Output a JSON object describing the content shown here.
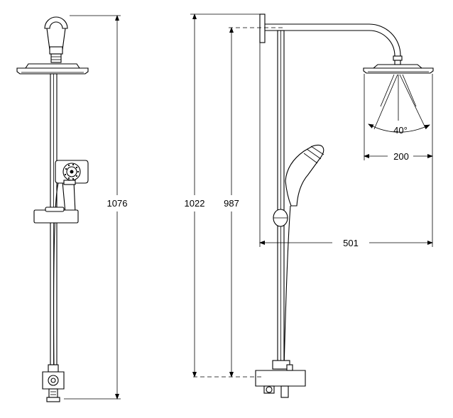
{
  "dimensions": {
    "total_height": "1076",
    "outlet_height": "1022",
    "rail_height": "987",
    "projection": "501",
    "head_diameter": "200",
    "spray_angle": "40°"
  }
}
